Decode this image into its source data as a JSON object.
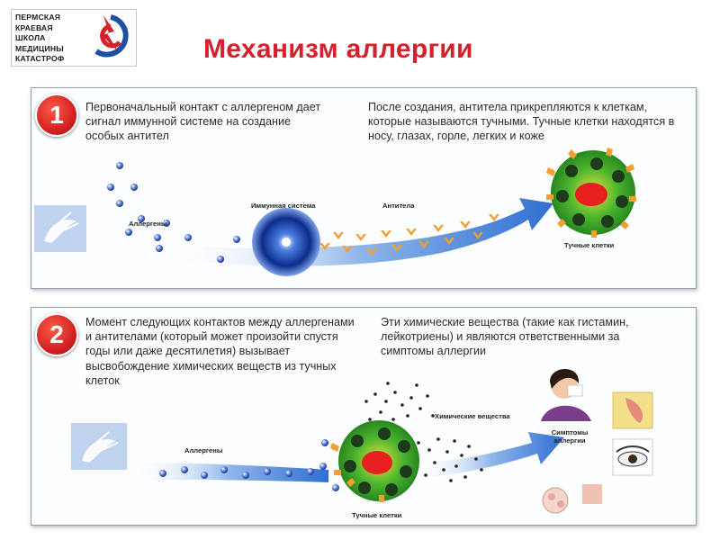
{
  "logo": {
    "text": "ПЕРМСКАЯ\nКРАЕВАЯ\nШКОЛА\nМЕДИЦИНЫ\nКАТАСТРОФ"
  },
  "title": "Механизм аллергии",
  "step1": {
    "number": "1",
    "text_left": "Первоначальный контакт с аллергеном дает сигнал иммунной системе на создание особых антител",
    "text_right": "После создания, антитела прикрепляются к клеткам, которые называются тучными. Тучные клетки находятся в носу, глазах, горле, легких и коже",
    "labels": {
      "allergens": "Аллергены",
      "immune_system": "Иммунная система",
      "antibodies": "Антитела",
      "mast_cells": "Тучные клетки"
    }
  },
  "step2": {
    "number": "2",
    "text_left": "Момент следующих контактов между аллергенами и антителами (который может произойти спустя годы или даже десятилетия) вызывает высвобождение химических веществ из тучных клеток",
    "text_right": "Эти химические вещества (такие как гистамин, лейкотриены) и являются ответственными за симптомы аллергии",
    "labels": {
      "allergens": "Аллергены",
      "chemicals": "Химические вещества",
      "symptoms": "Симптомы аллергии",
      "mast_cells": "Тучные клетки"
    }
  },
  "colors": {
    "title": "#d5202d",
    "badge": "#d42424",
    "arrow": "#2f6fd0",
    "cell": "#3fae2a",
    "antibody": "#f0a030",
    "allergen": "#3a62c8"
  }
}
